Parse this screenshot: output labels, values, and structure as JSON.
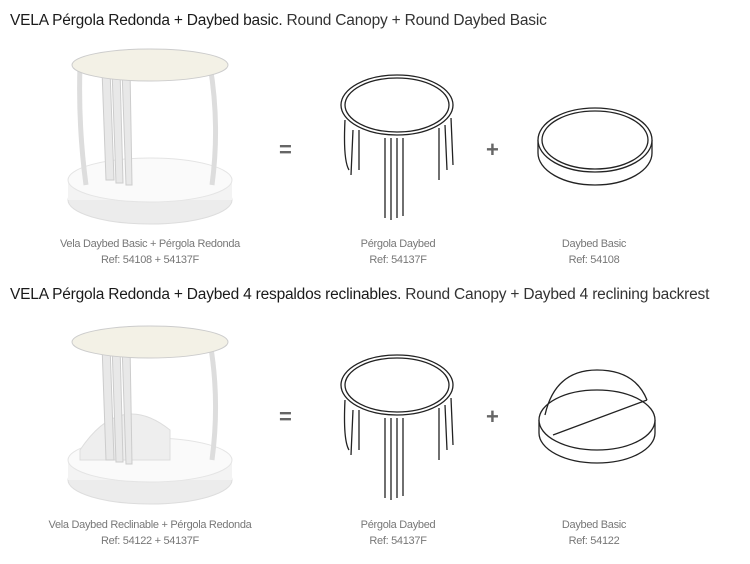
{
  "sections": [
    {
      "title_bold": "VELA Pérgola Redonda + Daybed basic.",
      "title_light": " Round Canopy + Round Daybed Basic",
      "equals": "=",
      "plus": "+",
      "items": [
        {
          "name": "Vela Daybed Basic + Pérgola Redonda",
          "ref": "Ref: 54108 + 54137F"
        },
        {
          "name": "Pérgola Daybed",
          "ref": "Ref: 54137F"
        },
        {
          "name": "Daybed Basic",
          "ref": "Ref: 54108"
        }
      ]
    },
    {
      "title_bold": "VELA Pérgola Redonda + Daybed 4 respaldos reclinables.",
      "title_light": " Round Canopy + Daybed 4 reclining backrest",
      "equals": "=",
      "plus": "+",
      "items": [
        {
          "name": "Vela Daybed Reclinable + Pérgola Redonda",
          "ref": "Ref: 54122 + 54137F"
        },
        {
          "name": "Pérgola Daybed",
          "ref": "Ref: 54137F"
        },
        {
          "name": "Daybed Basic",
          "ref": "Ref: 54122"
        }
      ]
    }
  ]
}
